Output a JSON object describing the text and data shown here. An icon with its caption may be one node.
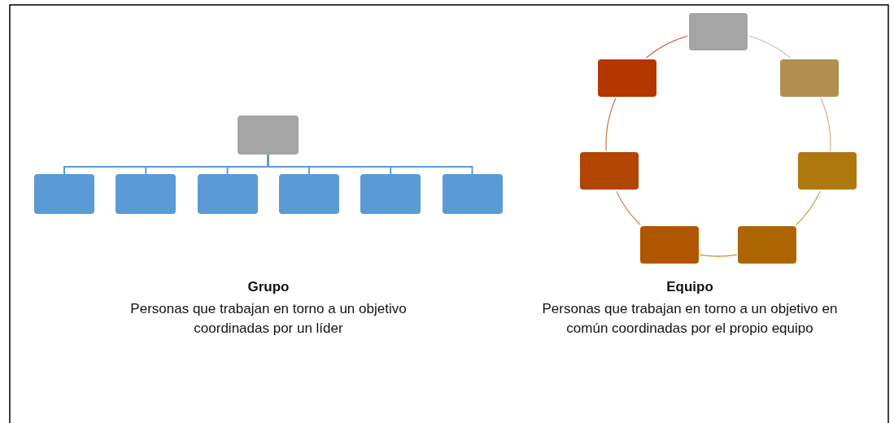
{
  "diagram": {
    "nodes": [
      {
        "text": [],
        "shape": "box"
      },
      {
        "text": [],
        "shape": "box"
      },
      {
        "text": [],
        "shape": "box"
      },
      {
        "text": [],
        "shape": "box"
      },
      {
        "text": [],
        "shape": "box"
      },
      {
        "text": [],
        "shape": "box"
      },
      {
        "text": [],
        "shape": "box"
      },
      {
        "text": [],
        "shape": "box"
      },
      {
        "text": [],
        "shape": "box"
      },
      {
        "text": [],
        "shape": "box"
      },
      {
        "text": [],
        "shape": "box"
      },
      {
        "text": [],
        "shape": "box"
      },
      {
        "text": [],
        "shape": "box"
      },
      {
        "text": [],
        "shape": "box"
      }
    ],
    "edges": [
      {
        "from": 0,
        "to": 1,
        "arrow": "none"
      },
      {
        "from": 0,
        "to": 2,
        "arrow": "none"
      },
      {
        "from": 0,
        "to": 3,
        "arrow": "none"
      },
      {
        "from": 0,
        "to": 4,
        "arrow": "none"
      },
      {
        "from": 0,
        "to": 5,
        "arrow": "none"
      },
      {
        "from": 0,
        "to": 6,
        "arrow": "none"
      },
      {
        "from": 7,
        "to": 8,
        "arrow": "none",
        "color": "#c8c8c8"
      },
      {
        "from": 8,
        "to": 9,
        "arrow": "none",
        "color": "#d2b88a"
      },
      {
        "from": 9,
        "to": 10,
        "arrow": "none",
        "color": "#d4a44c"
      },
      {
        "from": 10,
        "to": 11,
        "arrow": "none",
        "color": "#d08f3a"
      },
      {
        "from": 11,
        "to": 12,
        "arrow": "none",
        "color": "#d08a55"
      },
      {
        "from": 12,
        "to": 13,
        "arrow": "none",
        "color": "#d07a55"
      },
      {
        "from": 13,
        "to": 7,
        "arrow": "none",
        "color": "#d06a50"
      }
    ],
    "labels": [
      "Grupo",
      "Personas que trabajan en torno a un objetivo coordinadas por un líder",
      "Equipo",
      "Personas que trabajan en torno a un objetivo en común coordinadas por el propio equipo"
    ]
  }
}
